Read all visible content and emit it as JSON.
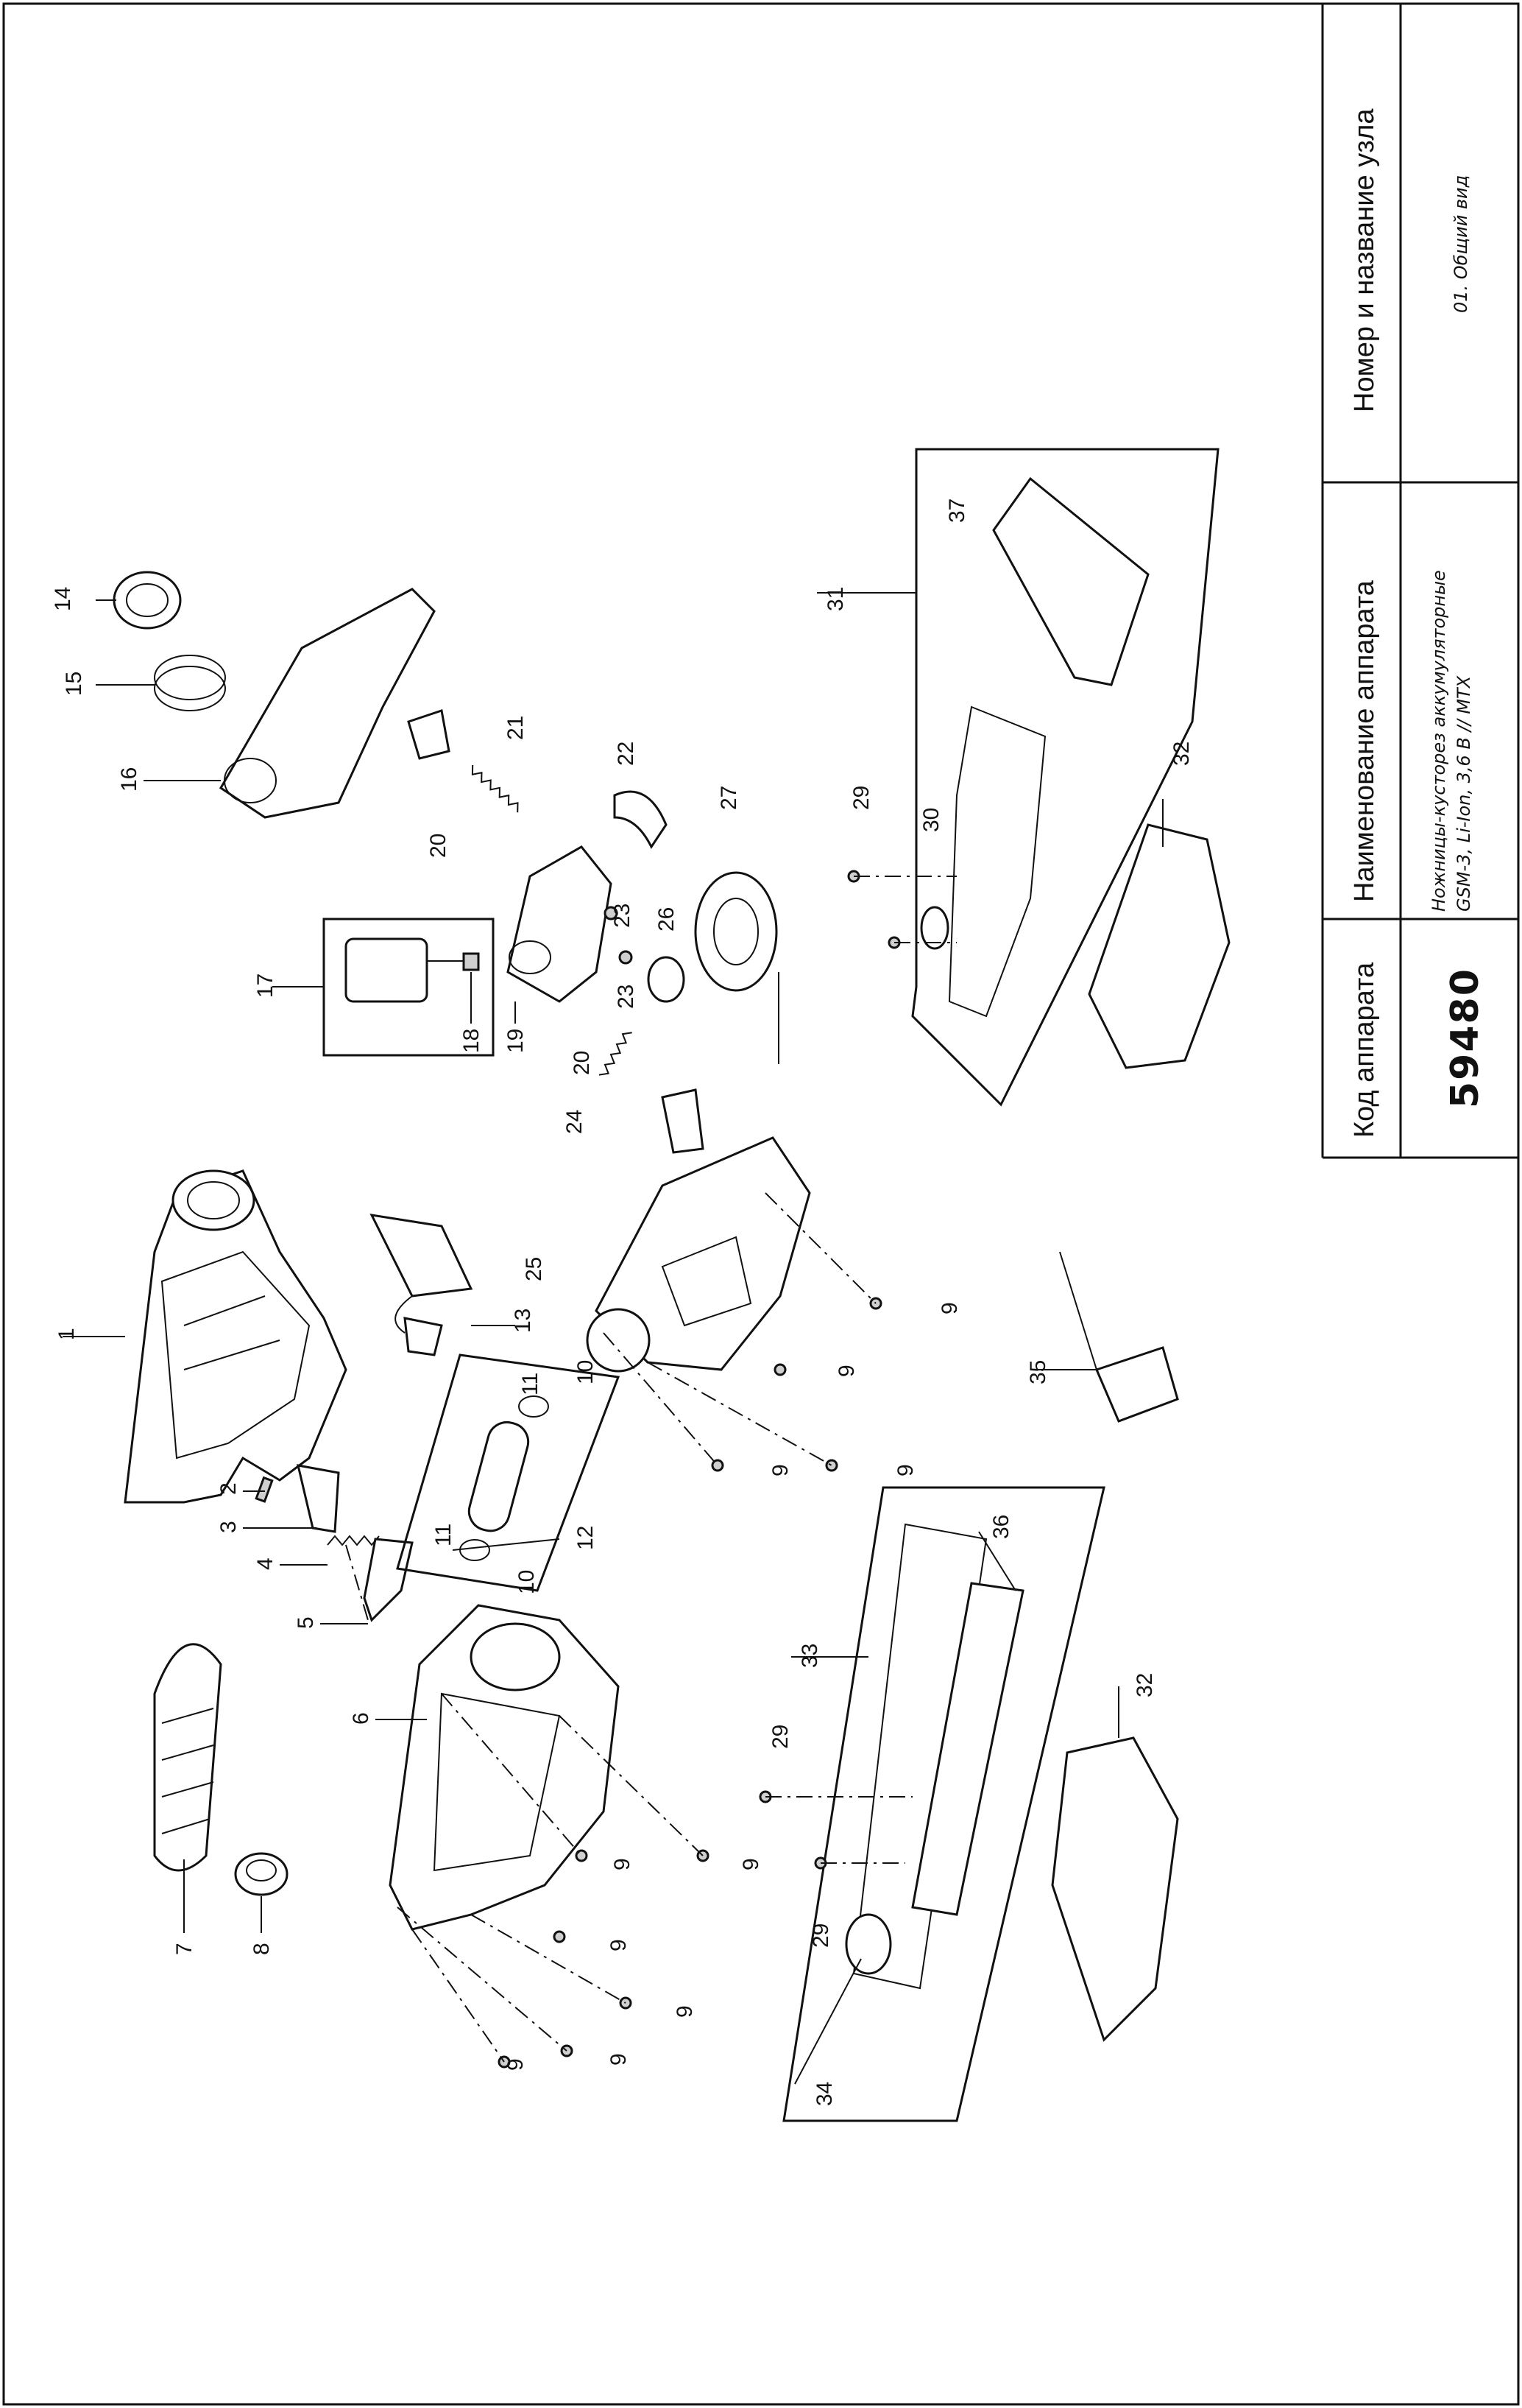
{
  "title_block": {
    "col1_header": "Код аппарата",
    "col2_header": "Наименование аппарата",
    "col3_header": "Номер и название узла",
    "device_code": "59480",
    "device_name_line1": "Ножницы-кусторез аккумуляторные",
    "device_name_line2": "GSM-3, Li-Ion, 3,6 В // MTX",
    "unit_name": "01. Общий вид"
  },
  "callouts": {
    "c1": "1",
    "c2": "2",
    "c3": "3",
    "c4": "4",
    "c5": "5",
    "c6": "6",
    "c7": "7",
    "c8": "8",
    "c9": "9",
    "c10": "10",
    "c11": "11",
    "c12": "12",
    "c13": "13",
    "c14": "14",
    "c15": "15",
    "c16": "16",
    "c17": "17",
    "c18": "18",
    "c19": "19",
    "c20": "20",
    "c21": "21",
    "c22": "22",
    "c23": "23",
    "c24": "24",
    "c25": "25",
    "c26": "26",
    "c27": "27",
    "c29": "29",
    "c30": "30",
    "c31": "31",
    "c32": "32",
    "c33": "33",
    "c34": "34",
    "c35": "35",
    "c36": "36",
    "c37": "37"
  }
}
